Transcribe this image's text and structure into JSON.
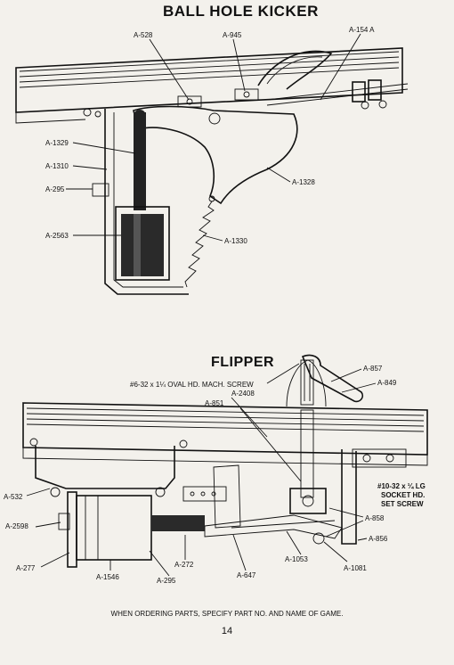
{
  "titles": {
    "kicker": "BALL HOLE KICKER",
    "flipper": "FLIPPER"
  },
  "kicker_labels": {
    "a528": "A-528",
    "a945": "A-945",
    "a154": "A-154 A",
    "a1329": "A-1329",
    "a1310": "A-1310",
    "a295": "A-295",
    "a2563": "A-2563",
    "a1330": "A-1330",
    "a1328": "A-1328"
  },
  "flipper_labels": {
    "screw_note": "#6-32 x 1¼ OVAL HD. MACH. SCREW",
    "a857": "A-857",
    "a849": "A-849",
    "a851": "A-851",
    "a2408": "A-2408",
    "a532": "A-532",
    "set_screw_1": "#10-32 x ¼ LG",
    "set_screw_2": "SOCKET HD.",
    "set_screw_3": "SET SCREW",
    "a2598": "A-2598",
    "a858": "A-858",
    "a856": "A-856",
    "a277": "A-277",
    "a1546": "A-1546",
    "a295": "A-295",
    "a272": "A-272",
    "a647": "A-647",
    "a1053": "A-1053",
    "a1081": "A-1081"
  },
  "footer": "WHEN ORDERING PARTS, SPECIFY PART NO. AND NAME OF GAME.",
  "page_number": "14"
}
